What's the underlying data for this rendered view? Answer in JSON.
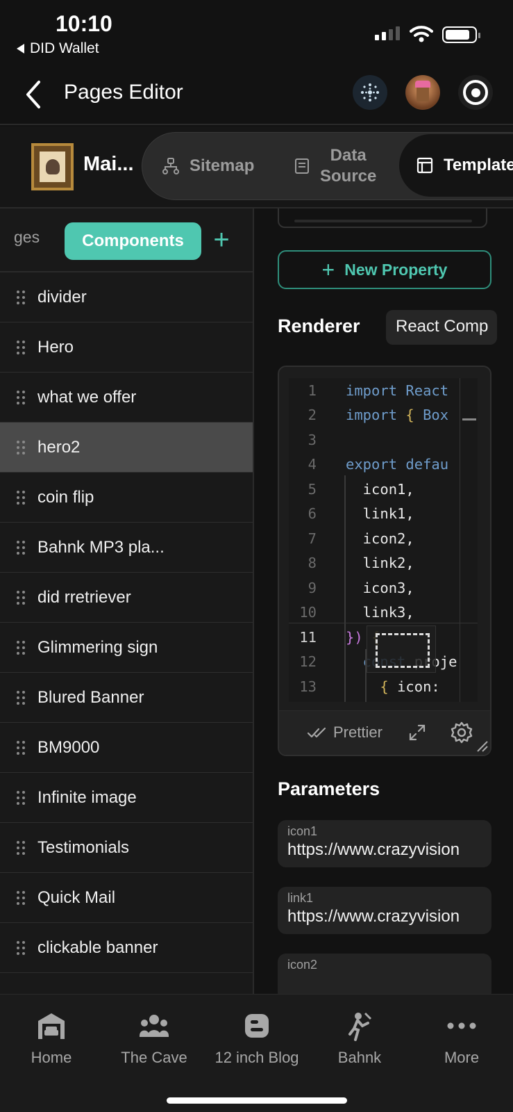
{
  "status_bar": {
    "time": "10:10",
    "back_app": "DID Wallet"
  },
  "top_nav": {
    "title": "Pages Editor"
  },
  "project": {
    "name": "Mai...",
    "tabs": [
      {
        "label": "Sitemap"
      },
      {
        "label_line1": "Data",
        "label_line2": "Source"
      },
      {
        "label": "Template"
      }
    ]
  },
  "left_panel": {
    "tabs": {
      "pages": "ges",
      "components": "Components",
      "add": "+"
    },
    "components": [
      "divider",
      "Hero",
      "what we offer",
      "hero2",
      "coin flip",
      "Bahnk MP3 pla...",
      "did rretriever",
      "Glimmering sign",
      "Blured Banner",
      "BM9000",
      "Infinite image",
      "Testimonials",
      "Quick Mail",
      "clickable banner"
    ],
    "selected_index": 3
  },
  "right_panel": {
    "new_property": "New Property",
    "renderer_label": "Renderer",
    "renderer_value": "React Comp",
    "code_lines": [
      {
        "n": "1",
        "parts": [
          [
            "kw",
            "import React"
          ]
        ]
      },
      {
        "n": "2",
        "parts": [
          [
            "kw",
            "import "
          ],
          [
            "pb",
            "{ "
          ],
          [
            "kw",
            "Box"
          ]
        ]
      },
      {
        "n": "3",
        "parts": []
      },
      {
        "n": "4",
        "parts": [
          [
            "kw",
            "export defau"
          ]
        ]
      },
      {
        "n": "5",
        "parts": [
          [
            "",
            "  icon1,"
          ]
        ]
      },
      {
        "n": "6",
        "parts": [
          [
            "",
            "  link1,"
          ]
        ]
      },
      {
        "n": "7",
        "parts": [
          [
            "",
            "  icon2,"
          ]
        ]
      },
      {
        "n": "8",
        "parts": [
          [
            "",
            "  link2,"
          ]
        ]
      },
      {
        "n": "9",
        "parts": [
          [
            "",
            "  icon3,"
          ]
        ]
      },
      {
        "n": "10",
        "parts": [
          [
            "",
            "  link3,"
          ]
        ]
      },
      {
        "n": "11",
        "parts": [
          [
            "pp",
            "}) "
          ],
          [
            "pb",
            "{"
          ]
        ]
      },
      {
        "n": "12",
        "parts": [
          [
            "kw",
            "  const "
          ],
          [
            "",
            "proje"
          ]
        ]
      },
      {
        "n": "13",
        "parts": [
          [
            "pb",
            "    { "
          ],
          [
            "",
            "icon:"
          ]
        ]
      }
    ],
    "current_line": "11",
    "prettier": "Prettier",
    "parameters_label": "Parameters",
    "parameters": [
      {
        "label": "icon1",
        "value": "https://www.crazyvision"
      },
      {
        "label": "link1",
        "value": "https://www.crazyvision"
      },
      {
        "label": "icon2",
        "value": ""
      }
    ]
  },
  "bottom_nav": [
    {
      "label": "Home",
      "icon": "garage-icon"
    },
    {
      "label": "The Cave",
      "icon": "group-icon"
    },
    {
      "label": "12 inch Blog",
      "icon": "blogger-icon"
    },
    {
      "label": "Bahnk",
      "icon": "figure-icon"
    },
    {
      "label": "More",
      "icon": "more-icon"
    }
  ],
  "colors": {
    "accent": "#4fc7b0",
    "background": "#121212",
    "panel": "#191919",
    "selected_row": "#4a4a4a"
  }
}
